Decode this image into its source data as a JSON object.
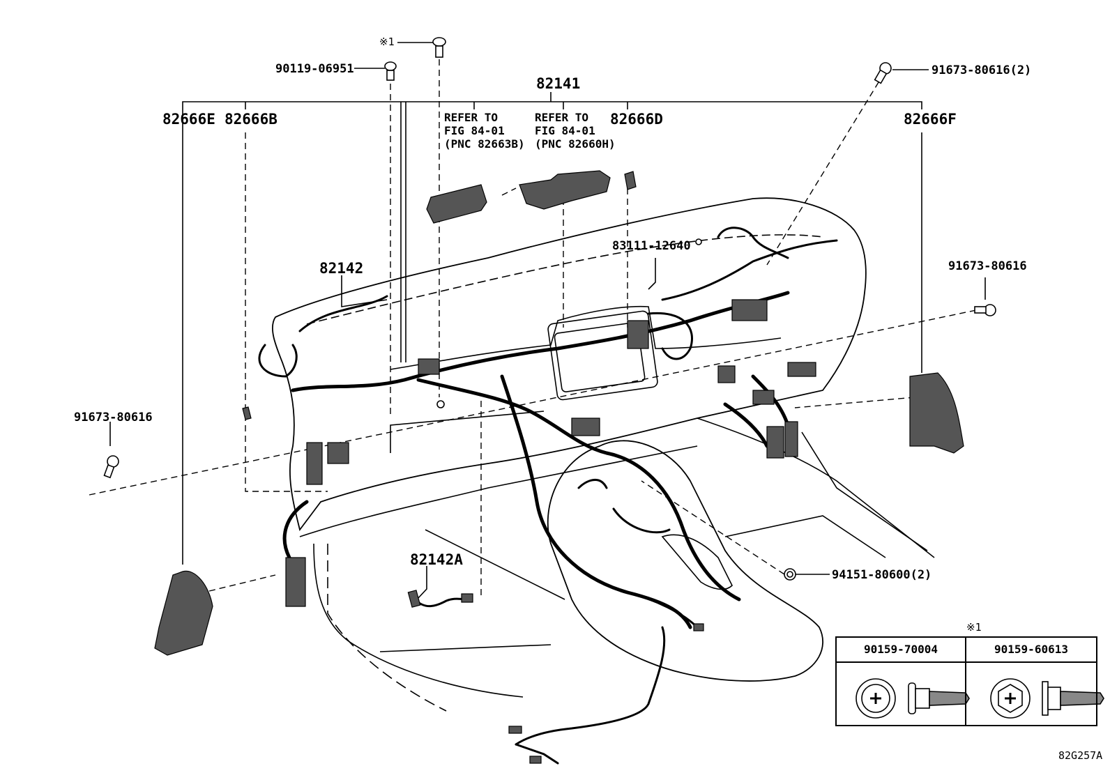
{
  "labels": {
    "p_82141": "82141",
    "p_82666E": "82666E",
    "p_82666B": "82666B",
    "p_82666D": "82666D",
    "p_82666F": "82666F",
    "p_82142": "82142",
    "p_82142A": "82142A",
    "p_83111": "83111-12640",
    "p_90119": "90119-06951",
    "p_91673_top": "91673-80616(2)",
    "p_91673_right": "91673-80616",
    "p_91673_left": "91673-80616",
    "p_94151": "94151-80600(2)",
    "mark1": "※1",
    "refer1": "REFER TO\nFIG 84-01\n(PNC 82663B)",
    "refer2": "REFER TO\nFIG 84-01\n(PNC 82660H)",
    "figure_code": "82G257A"
  },
  "legend": {
    "mark": "※1",
    "col1": "90159-70004",
    "col2": "90159-60613"
  }
}
